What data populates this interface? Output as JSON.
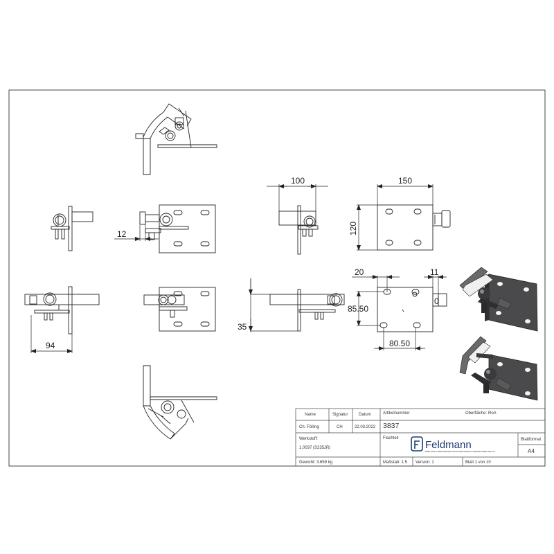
{
  "dimensions": {
    "d12": "12",
    "d94": "94",
    "d35": "35",
    "d100": "100",
    "d150": "150",
    "d120": "120",
    "d20": "20",
    "d11": "11",
    "d8550": "85.50",
    "d8050": "80.50",
    "d10": "0"
  },
  "title_block": {
    "col_name": "Name",
    "col_signatur": "Signatur",
    "col_datum": "Datum",
    "name_value": "Ch. Fölling",
    "signatur_value": "CH",
    "datum_value": "22.03.2022",
    "artikel_label": "Artikelnummer",
    "artikel_number": "3837",
    "oberflaeche_label": "Oberfläche:",
    "oberflaeche_value": "RoA",
    "benennung": "Flachteil",
    "werkstoff_label": "Werkstoff:",
    "werkstoff_value": "1.0037 (S235JR)",
    "gewicht": "Gewicht: 3.659 kg",
    "massstab": "Maßstab: 1:5",
    "version": "Version: 1",
    "blatt": "Blatt 1 von 10",
    "blattformat_label": "Blattformat",
    "blattformat_value": "A4",
    "brand_name": "Feldmann",
    "brand_tagline": "EDELSTAHL DER EINZIGE STAHL DER KEINEN UNTERSCHIED MACHT",
    "logo_icon": "feldmann-f-logo-icon"
  },
  "colors": {
    "line": "#222222",
    "brand": "#1e3a72",
    "render_dark": "#3a3a3c"
  }
}
